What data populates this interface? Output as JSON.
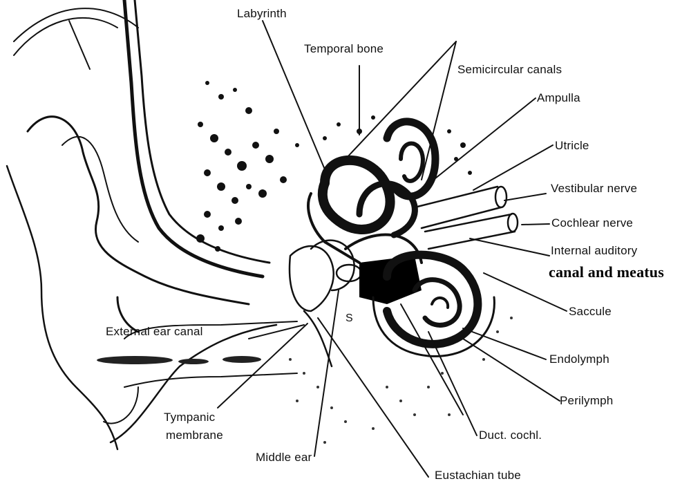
{
  "labels": {
    "labyrinth": "Labyrinth",
    "temporal_bone": "Temporal bone",
    "semicircular_canals": "Semicircular canals",
    "ampulla": "Ampulla",
    "utricle": "Utricle",
    "vestibular_nerve": "Vestibular nerve",
    "cochlear_nerve": "Cochlear nerve",
    "internal_auditory_1": "Internal auditory",
    "internal_auditory_2": "canal and meatus",
    "saccule": "Saccule",
    "endolymph": "Endolymph",
    "perilymph": "Perilymph",
    "duct_cochl": "Duct. cochl.",
    "eustachian_tube": "Eustachian tube",
    "middle_ear": "Middle ear",
    "tympanic_1": "Tympanic",
    "tympanic_2": "membrane",
    "external_ear_canal": "External ear canal",
    "s_mark": "S"
  }
}
